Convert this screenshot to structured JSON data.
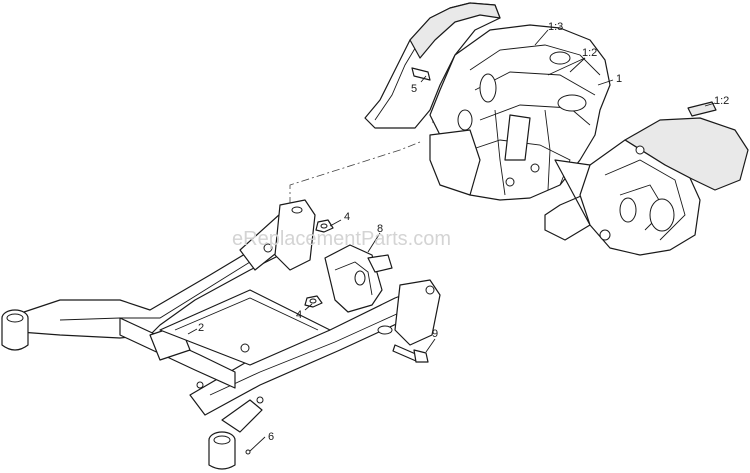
{
  "watermark": "eReplacementParts.com",
  "callouts": {
    "c1": "1",
    "c1_2a": "1:2",
    "c1_2b": "1:2",
    "c1_3": "1:3",
    "c2": "2",
    "c4a": "4",
    "c4b": "4",
    "c5": "5",
    "c6": "6",
    "c8": "8",
    "c9": "9"
  }
}
